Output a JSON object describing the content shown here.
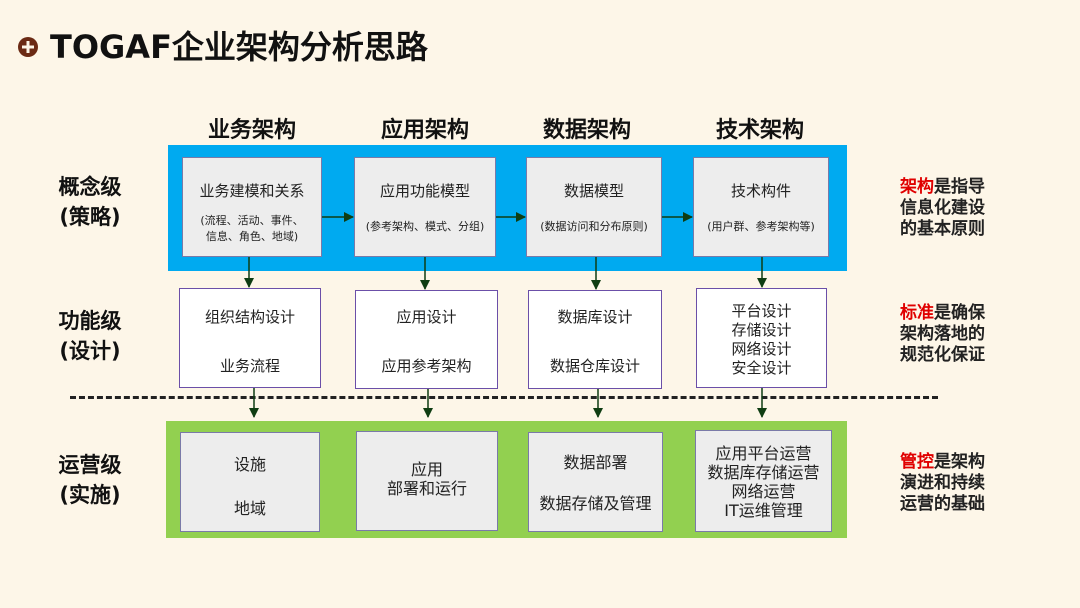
{
  "title": "TOGAF企业架构分析思路",
  "title_icon": "plus-circle-icon",
  "columns": [
    "业务架构",
    "应用架构",
    "数据架构",
    "技术架构"
  ],
  "rows": {
    "concept": [
      "概念级",
      "(策略)"
    ],
    "function": [
      "功能级",
      "(设计)"
    ],
    "operation": [
      "运营级",
      "(实施)"
    ]
  },
  "concept_boxes": [
    {
      "main": "业务建模和关系",
      "sub1": "(流程、活动、事件、",
      "sub2": "信息、角色、地域)"
    },
    {
      "main": "应用功能模型",
      "sub1": "(参考架构、模式、分组)",
      "sub2": ""
    },
    {
      "main": "数据模型",
      "sub1": "(数据访问和分布原则)",
      "sub2": ""
    },
    {
      "main": "技术构件",
      "sub1": "(用户群、参考架构等)",
      "sub2": ""
    }
  ],
  "function_boxes": [
    {
      "line1": "组织结构设计",
      "line2": "业务流程"
    },
    {
      "line1": "应用设计",
      "line2": "应用参考架构"
    },
    {
      "line1": "数据库设计",
      "line2": "数据仓库设计"
    },
    {
      "lines": [
        "平台设计",
        "存储设计",
        "网络设计",
        "安全设计"
      ]
    }
  ],
  "operation_boxes": [
    {
      "line1": "设施",
      "line2": "地域"
    },
    {
      "lines": [
        "应用",
        "部署和运行"
      ]
    },
    {
      "line1": "数据部署",
      "line2": "数据存储及管理"
    },
    {
      "lines": [
        "应用平台运营",
        "数据库存储运营",
        "网络运营",
        "IT运维管理"
      ]
    }
  ],
  "notes": [
    {
      "hl": "架构",
      "rest1": "是指导",
      "rest2": "信息化建设",
      "rest3": "的基本原则"
    },
    {
      "hl": "标准",
      "rest1": "是确保",
      "rest2": "架构落地的",
      "rest3": "规范化保证"
    },
    {
      "hl": "管控",
      "rest1": "是架构",
      "rest2": "演进和持续",
      "rest3": "运营的基础"
    }
  ],
  "colors": {
    "band_concept": "#00aaf0",
    "band_operation": "#92d050",
    "arrow": "#0f3d12",
    "highlight": "#e00000",
    "background": "#fdf6e8"
  }
}
